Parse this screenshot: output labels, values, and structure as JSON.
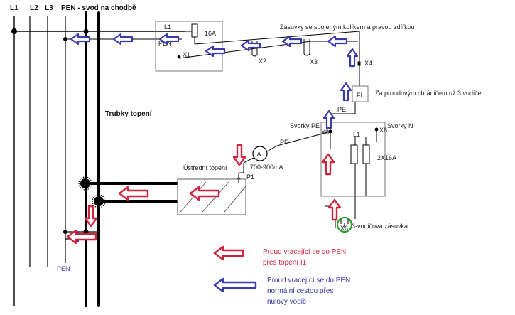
{
  "header": {
    "L1": "L1",
    "L2": "L2",
    "L3": "L3",
    "pen_title": "PEN - svod na chodbě"
  },
  "top_box": {
    "L1": "L1",
    "breaker": "16A",
    "PEN": "PEN",
    "X1": "X1",
    "X2": "X2",
    "X3": "X3",
    "X4": "X4",
    "sockets_title": "Zásuvky se spojeným kolíkem a pravou zdířkou"
  },
  "pipes_label": "Trubky topení",
  "heating_label": "Ústřední topení",
  "P1": "P1",
  "FI": "FI",
  "fi_note": "Za proudovým chráničem už 3 vodiče",
  "terminals": {
    "PE": "PE",
    "svorky_pe": "Svorky PE",
    "svorky_n": "Svorky N",
    "X8": "X8",
    "X8b": "X8",
    "L1": "L1",
    "PE2": "PE",
    "breaker2": "2X16A",
    "X6": "X6",
    "socket3": "3-vodičová zásuvka"
  },
  "ammeter": {
    "symbol": "A",
    "reading": "700-900mA"
  },
  "pen_bottom": "PEN",
  "legend": {
    "red_line1": "Proud vracející se do PEN",
    "red_line2": "přes topení I1",
    "blue_line1": "Proud vracející se do PEN",
    "blue_line2": "normální cestou přes",
    "blue_line3": "nulový vodič"
  },
  "colors": {
    "red": "#d0243c",
    "blue": "#3a3aa8",
    "green": "#2ca02c"
  }
}
